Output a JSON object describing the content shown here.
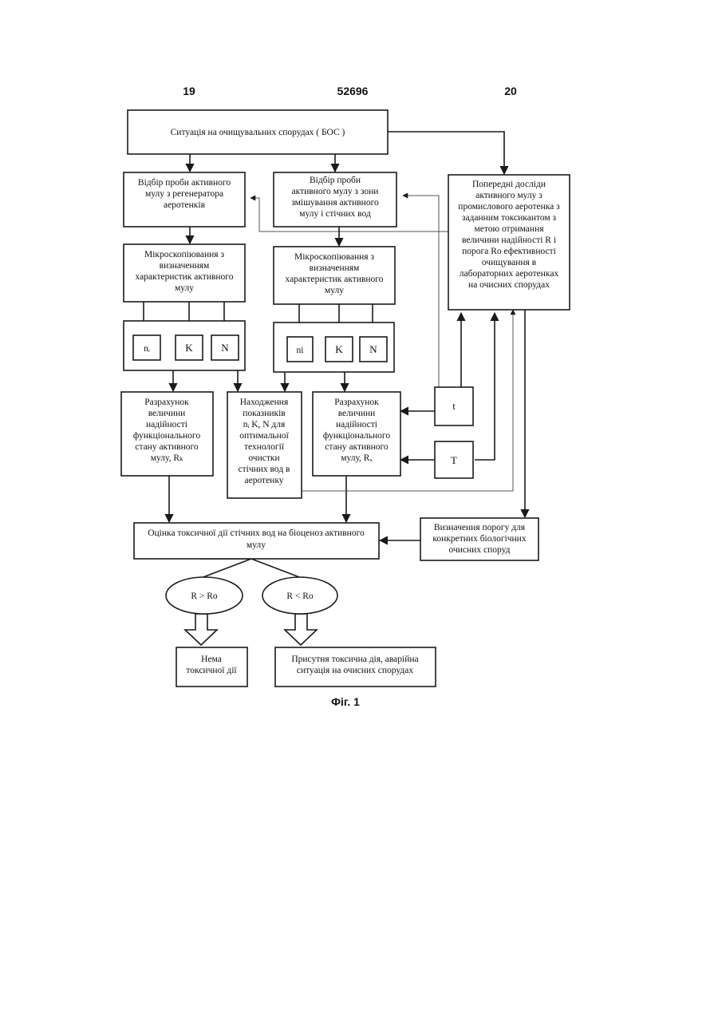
{
  "header": {
    "left": "19",
    "center": "52696",
    "right": "20"
  },
  "caption": "Фіг. 1",
  "nodes": {
    "situation": [
      "Ситуація на очищувальних спорудах ( БОС )"
    ],
    "sample1": [
      "Відбір проби активного",
      "мулу з регенератора",
      "аеротенків"
    ],
    "sample2": [
      "Відбір проби",
      "активного мулу з зони",
      "змішування активного",
      "мулу і стічних вод"
    ],
    "prelim": [
      "Попередні досліди",
      "активного мулу з",
      "промислового аеротенка з",
      "заданним токсикантом з",
      "метою отримання",
      "величини надійності R і",
      "порога Ro ефективності",
      "очищування в",
      "лабораторних аеротенках",
      "на очисних спорудах"
    ],
    "micro1": [
      "Мікроскопіювання з",
      "визначенням",
      "характеристик активного",
      "мулу"
    ],
    "micro2": [
      "Мікроскопіювання з",
      "визначенням",
      "характеристик активного",
      "мулу"
    ],
    "params1": [
      "nᵢ",
      "K",
      "N"
    ],
    "params2": [
      "ni",
      "K",
      "N"
    ],
    "calc1": [
      "Разрахунок",
      "величини",
      "надійності",
      "функціонального",
      "стану активного",
      "мулу, Rₖ"
    ],
    "find": [
      "Находження",
      "показників",
      "nᵢ  K,  N для",
      "оптимальної",
      "технології",
      "очистки",
      "стічних вод в",
      "аеротенку"
    ],
    "calc2": [
      "Разрахунок",
      "величини",
      "надійності",
      "функціонального",
      "стану активного",
      "мулу, Rₓ"
    ],
    "t_box": [
      "t"
    ],
    "T_box": [
      "T"
    ],
    "threshold": [
      "Визначення порогу для",
      "конкретних біологічних",
      "очисних споруд"
    ],
    "assess": [
      "Оцінка токсичної дії стічних вод на біоценоз активного",
      "мулу"
    ],
    "cond1": [
      "R > Ro"
    ],
    "cond2": [
      "R  < Ro"
    ],
    "result1": [
      "Нема",
      "токсичної дії"
    ],
    "result2": [
      "Присутня токсична дія, аварійна",
      "ситуація на очисних спорудах"
    ]
  }
}
